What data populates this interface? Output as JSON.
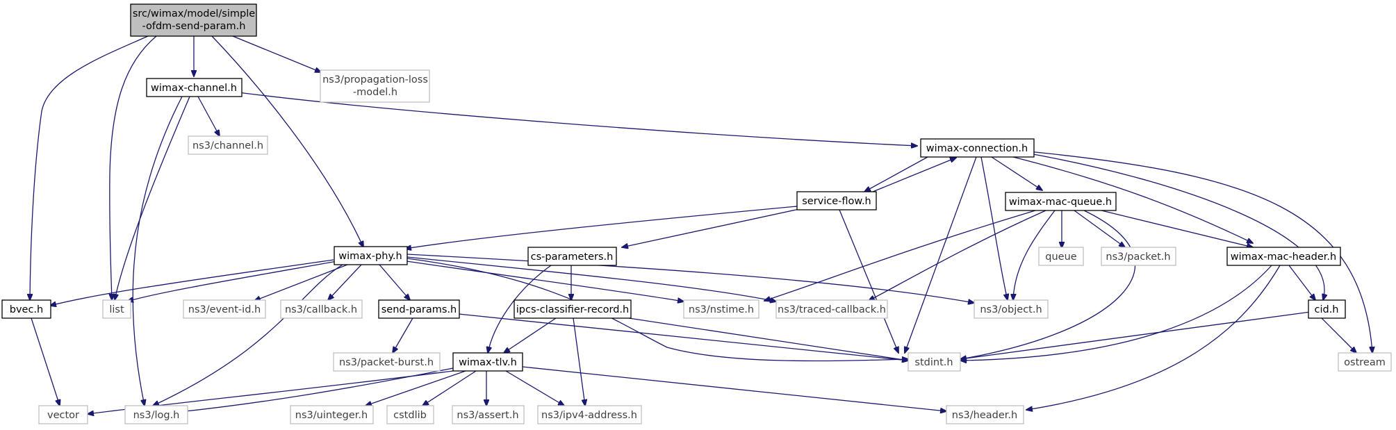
{
  "nodes": {
    "root": {
      "line1": "src/wimax/model/simple",
      "line2": "-ofdm-send-param.h"
    },
    "bvec": {
      "label": "bvec.h"
    },
    "list": {
      "label": "list"
    },
    "wimax_channel": {
      "label": "wimax-channel.h"
    },
    "ns3_propagation": {
      "line1": "ns3/propagation-loss",
      "line2": "-model.h"
    },
    "ns3_channel": {
      "label": "ns3/channel.h"
    },
    "wimax_connection": {
      "label": "wimax-connection.h"
    },
    "service_flow": {
      "label": "service-flow.h"
    },
    "wimax_mac_queue": {
      "label": "wimax-mac-queue.h"
    },
    "wimax_phy": {
      "label": "wimax-phy.h"
    },
    "cs_parameters": {
      "label": "cs-parameters.h"
    },
    "queue": {
      "label": "queue"
    },
    "ns3_packet": {
      "label": "ns3/packet.h"
    },
    "wimax_mac_header": {
      "label": "wimax-mac-header.h"
    },
    "ns3_event_id": {
      "label": "ns3/event-id.h"
    },
    "ns3_callback": {
      "label": "ns3/callback.h"
    },
    "send_params": {
      "label": "send-params.h"
    },
    "ipcs_classifier": {
      "label": "ipcs-classifier-record.h"
    },
    "ns3_nstime": {
      "label": "ns3/nstime.h"
    },
    "ns3_traced_callback": {
      "label": "ns3/traced-callback.h"
    },
    "ns3_object": {
      "label": "ns3/object.h"
    },
    "cid": {
      "label": "cid.h"
    },
    "ns3_packet_burst": {
      "label": "ns3/packet-burst.h"
    },
    "wimax_tlv": {
      "label": "wimax-tlv.h"
    },
    "stdint": {
      "label": "stdint.h"
    },
    "ostream": {
      "label": "ostream"
    },
    "vector": {
      "label": "vector"
    },
    "ns3_log": {
      "label": "ns3/log.h"
    },
    "ns3_uinteger": {
      "label": "ns3/uinteger.h"
    },
    "cstdlib": {
      "label": "cstdlib"
    },
    "ns3_assert": {
      "label": "ns3/assert.h"
    },
    "ns3_ipv4_address": {
      "label": "ns3/ipv4-address.h"
    },
    "ns3_header": {
      "label": "ns3/header.h"
    }
  },
  "colors": {
    "edge": "#191970",
    "root_fill": "#bfbfbf",
    "node_border": "#000000",
    "external_border": "#bfbfbf",
    "text": "#000000",
    "external_text": "#3f3f3f"
  }
}
